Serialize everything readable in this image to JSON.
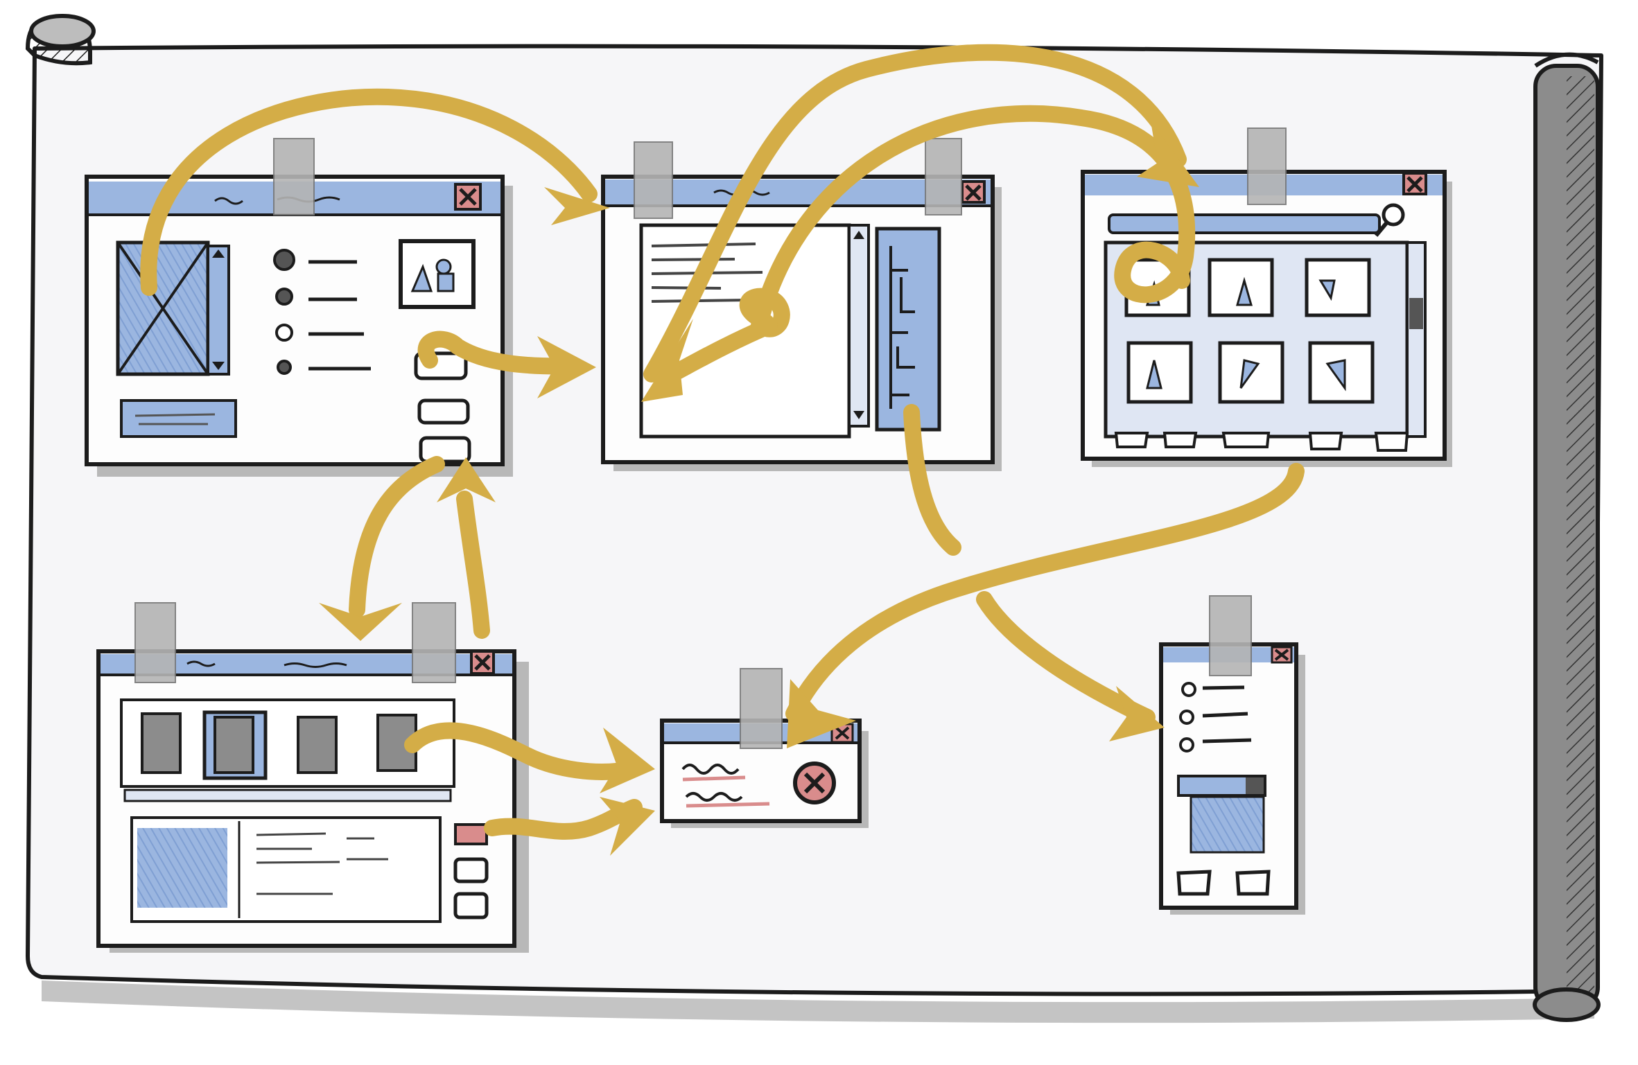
{
  "colors": {
    "paper": "#f6f6f8",
    "ink": "#1c1c1c",
    "window_blue": "#9bb6e0",
    "accent_gold": "#d4ad47",
    "close_red": "#d98c8c",
    "tape_gray": "#b4b4b4",
    "roller_gray": "#8c8c8c",
    "shadow_gray": "#b8b8b8"
  },
  "screens": [
    {
      "id": "main-form",
      "kind": "form"
    },
    {
      "id": "tree-browser",
      "kind": "tree"
    },
    {
      "id": "shape-gallery",
      "kind": "gallery"
    },
    {
      "id": "document-gallery",
      "kind": "documents"
    },
    {
      "id": "error-dialog",
      "kind": "error"
    },
    {
      "id": "mobile-form",
      "kind": "mobile"
    }
  ],
  "flows": [
    {
      "from": "main-form",
      "to": "tree-browser"
    },
    {
      "from": "main-form",
      "to": "tree-browser"
    },
    {
      "from": "tree-browser",
      "to": "shape-gallery"
    },
    {
      "from": "tree-browser",
      "to": "tree-browser"
    },
    {
      "from": "shape-gallery",
      "to": "tree-browser"
    },
    {
      "from": "main-form",
      "to": "document-gallery"
    },
    {
      "from": "document-gallery",
      "to": "main-form"
    },
    {
      "from": "document-gallery",
      "to": "error-dialog"
    },
    {
      "from": "document-gallery",
      "to": "error-dialog"
    },
    {
      "from": "shape-gallery",
      "to": "error-dialog"
    },
    {
      "from": "tree-browser",
      "to": "mobile-form"
    }
  ],
  "icons": [
    "close-icon",
    "search-icon",
    "error-icon",
    "image-placeholder-icon",
    "shapes-icon"
  ]
}
